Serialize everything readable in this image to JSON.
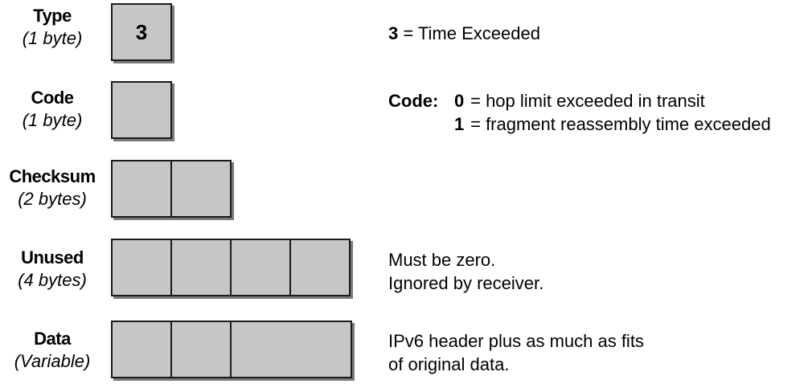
{
  "fields": [
    {
      "name": "Type",
      "size": "(1 byte)",
      "box_value": "3"
    },
    {
      "name": "Code",
      "size": "(1 byte)"
    },
    {
      "name": "Checksum",
      "size": "(2 bytes)"
    },
    {
      "name": "Unused",
      "size": "(4 bytes)"
    },
    {
      "name": "Data",
      "size": "(Variable)"
    }
  ],
  "descriptions": {
    "type_value": "3",
    "type_text": " = Time Exceeded",
    "code_key": "Code:",
    "code_0_num": "0",
    "code_0_text": " = hop limit exceeded in transit",
    "code_1_num": "1",
    "code_1_text": " = fragment reassembly time exceeded",
    "unused_line1": "Must be zero.",
    "unused_line2": "Ignored by receiver.",
    "data_line1": "IPv6 header plus as much as fits",
    "data_line2": "of original data."
  },
  "colors": {
    "box_fill": "#c6c6c6",
    "box_border": "#1a1a1a",
    "box_shadow": "#7a7a7a"
  }
}
